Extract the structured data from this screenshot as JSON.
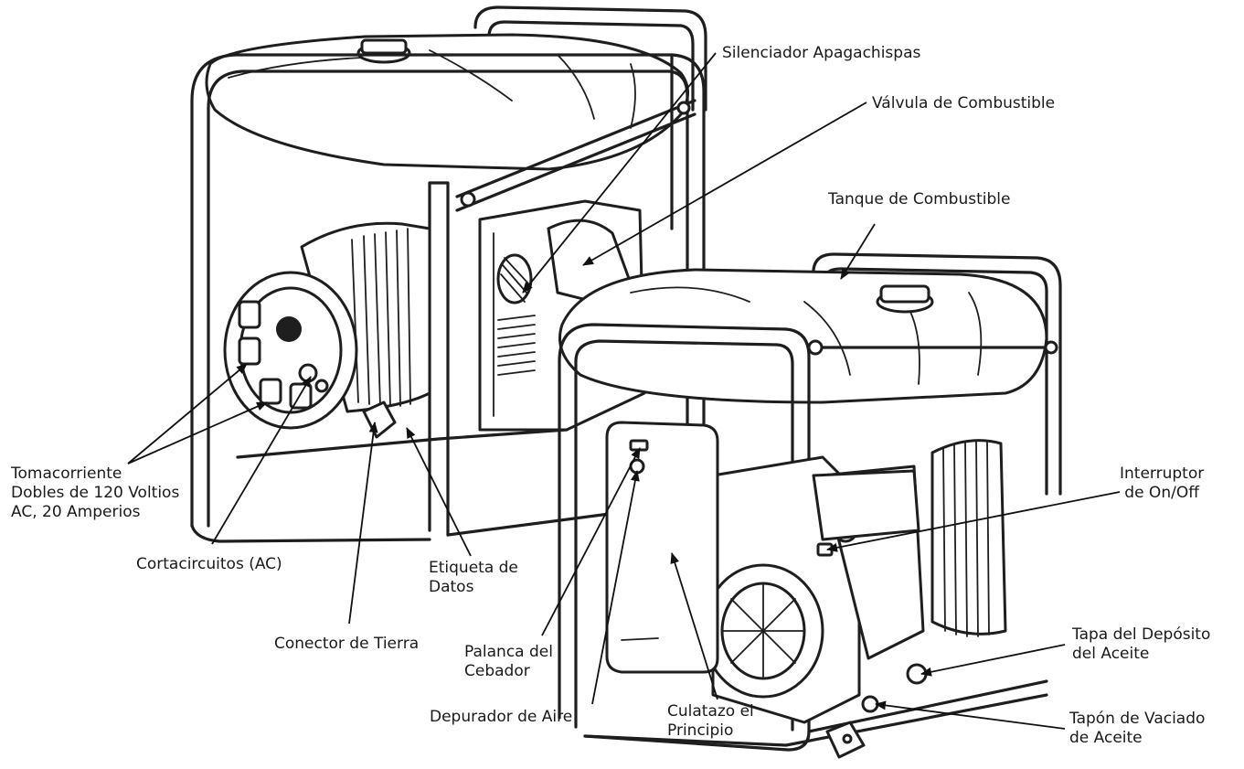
{
  "diagram": {
    "labels": {
      "tomacorriente": [
        "Tomacorriente",
        "Dobles de 120 Voltios",
        "AC, 20 Amperios"
      ],
      "cortacircuitos": [
        "Cortacircuitos (AC)"
      ],
      "conector_tierra": [
        "Conector de Tierra"
      ],
      "etiqueta_datos": [
        "Etiqueta de",
        "Datos"
      ],
      "silenciador": [
        "Silenciador Apagachispas"
      ],
      "valvula": [
        "Válvula de Combustible"
      ],
      "tanque": [
        "Tanque de Combustible"
      ],
      "interruptor": [
        "Interruptor",
        "de On/Off"
      ],
      "palanca": [
        "Palanca del",
        "Cebador"
      ],
      "depurador": [
        "Depurador de Aire"
      ],
      "culatazo": [
        "Culatazo el",
        "Principio"
      ],
      "tapa_deposito": [
        "Tapa del Depósito",
        "del Aceite"
      ],
      "tapon_vaciado": [
        "Tapón de Vaciado",
        "de Aceite"
      ]
    }
  }
}
